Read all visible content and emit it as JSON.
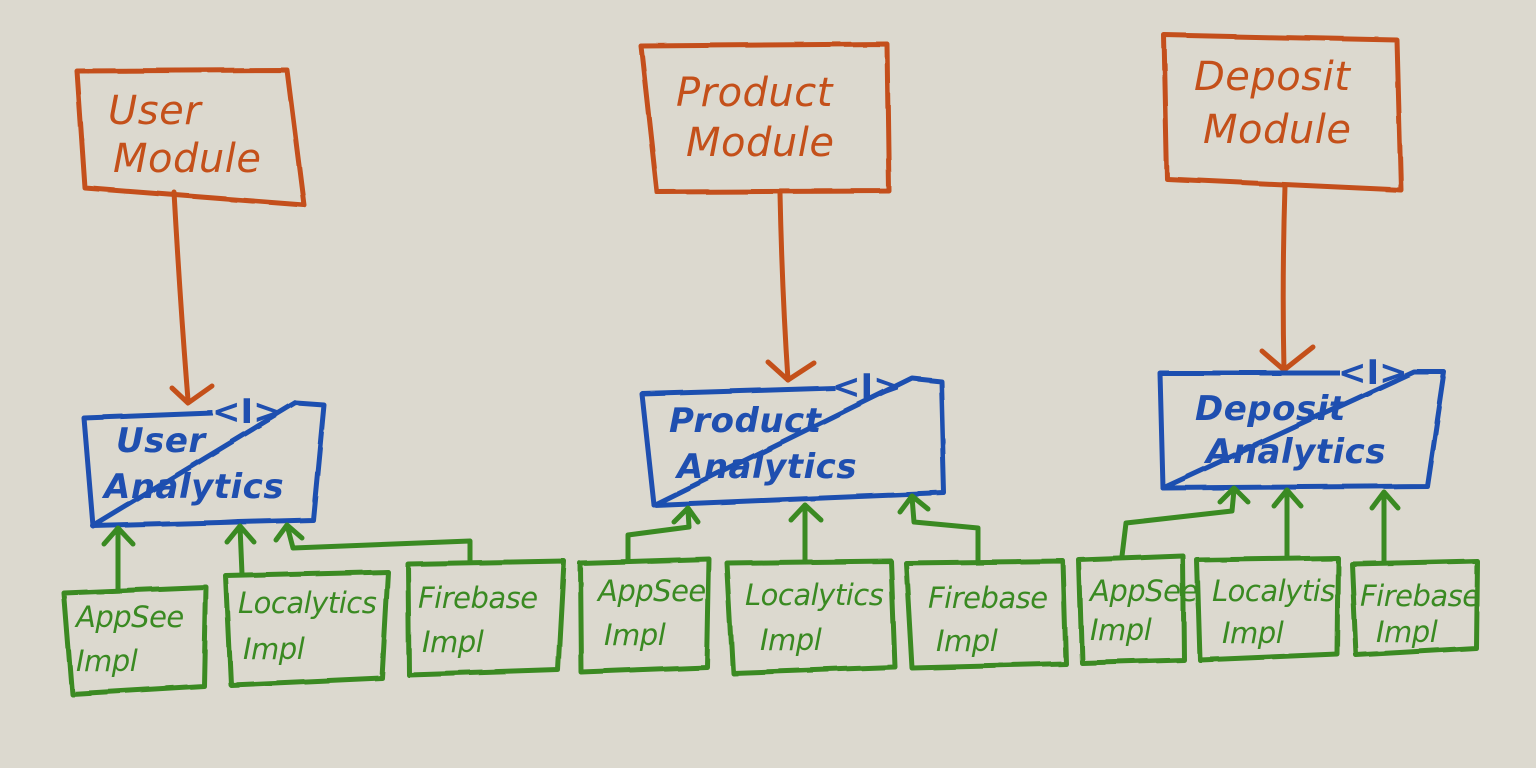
{
  "colors": {
    "background": "#dcd9cf",
    "module": "#c4501a",
    "interface": "#1f4fb0",
    "implementation": "#3a8a22"
  },
  "interface_marker": "<I>",
  "groups": [
    {
      "module": {
        "line1": "User",
        "line2": "Module"
      },
      "interface": {
        "line1": "User",
        "line2": "Analytics"
      },
      "impls": [
        {
          "line1": "AppSee",
          "line2": "Impl"
        },
        {
          "line1": "Localytics",
          "line2": "Impl"
        },
        {
          "line1": "Firebase",
          "line2": "Impl"
        }
      ]
    },
    {
      "module": {
        "line1": "Product",
        "line2": "Module"
      },
      "interface": {
        "line1": "Product",
        "line2": "Analytics"
      },
      "impls": [
        {
          "line1": "AppSee",
          "line2": "Impl"
        },
        {
          "line1": "Localytics",
          "line2": "Impl"
        },
        {
          "line1": "Firebase",
          "line2": "Impl"
        }
      ]
    },
    {
      "module": {
        "line1": "Deposit",
        "line2": "Module"
      },
      "interface": {
        "line1": "Deposit",
        "line2": "Analytics"
      },
      "impls": [
        {
          "line1": "AppSee",
          "line2": "Impl"
        },
        {
          "line1": "Localytis",
          "line2": "Impl"
        },
        {
          "line1": "Firebase",
          "line2": "Impl"
        }
      ]
    }
  ]
}
